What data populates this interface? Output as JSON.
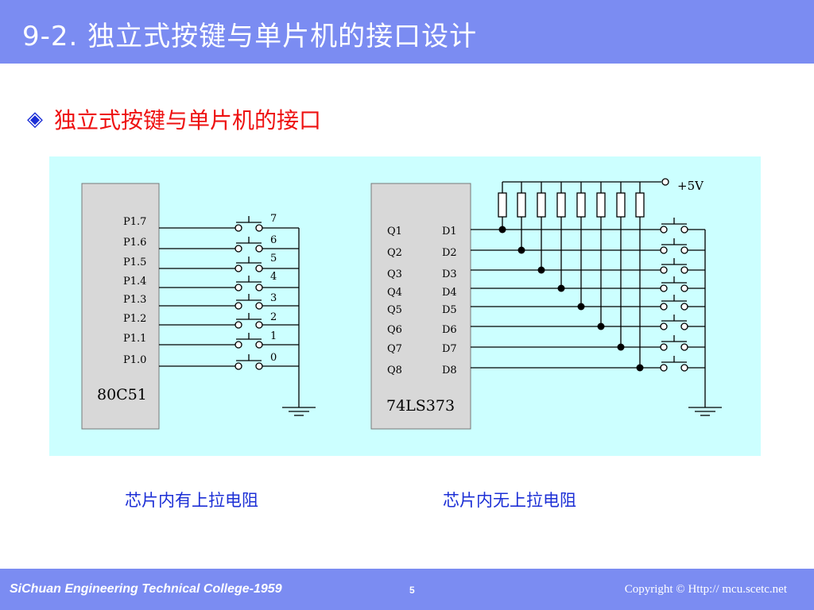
{
  "header": {
    "title": "9-2. 独立式按键与单片机的接口设计"
  },
  "bullet": {
    "icon": "diamond-bullet-icon",
    "text": "独立式按键与单片机的接口"
  },
  "diagram": {
    "left_chip": {
      "name": "80C51",
      "pins": [
        "P1.7",
        "P1.6",
        "P1.5",
        "P1.4",
        "P1.3",
        "P1.2",
        "P1.1",
        "P1.0"
      ],
      "key_numbers": [
        "7",
        "6",
        "5",
        "4",
        "3",
        "2",
        "1",
        "0"
      ]
    },
    "right_chip": {
      "name": "74LS373",
      "q_pins": [
        "Q1",
        "Q2",
        "Q3",
        "Q4",
        "Q5",
        "Q6",
        "Q7",
        "Q8"
      ],
      "d_pins": [
        "D1",
        "D2",
        "D3",
        "D4",
        "D5",
        "D6",
        "D7",
        "D8"
      ]
    },
    "supply_label": "+5V"
  },
  "captions": {
    "left": "芯片内有上拉电阻",
    "right": "芯片内无上拉电阻"
  },
  "footer": {
    "left": "SiChuan Engineering Technical College-1959",
    "page": "5",
    "right": "Copyright © Http:// mcu.scetc.net"
  },
  "colors": {
    "bar": "#7b8cf2",
    "diagram_bg": "#ccffff",
    "chip_fill": "#d8d8d8",
    "bullet_text": "#ee1111",
    "caption_text": "#1c2fd6"
  }
}
